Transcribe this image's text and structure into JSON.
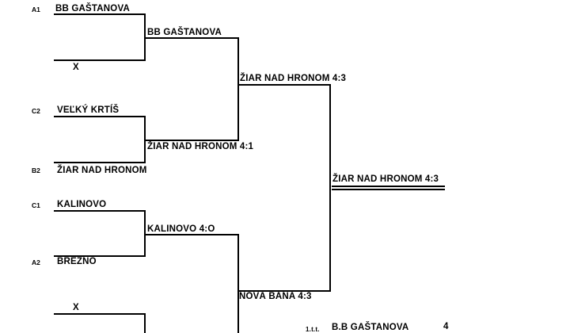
{
  "meta": {
    "background_color": "#ffffff",
    "line_color": "#000000",
    "diagram_type": "single-elimination tournament bracket"
  },
  "bracket": {
    "round1": [
      {
        "seed": "A1",
        "team": "BB GAŠTANOVA"
      },
      {
        "seed": "",
        "team": "X"
      },
      {
        "seed": "C2",
        "team": "VEĽKÝ KRTÍŠ"
      },
      {
        "seed": "B2",
        "team": "ŽIAR NAD HRONOM"
      },
      {
        "seed": "C1",
        "team": "KALINOVO"
      },
      {
        "seed": "A2",
        "team": "BREZNO"
      },
      {
        "seed": "",
        "team": "X"
      }
    ],
    "round2": [
      {
        "label": "BB GAŠTANOVA"
      },
      {
        "label": "ŽIAR NAD HRONOM 4:1"
      },
      {
        "label": "KALINOVO 4:O"
      }
    ],
    "semifinals": [
      {
        "label": "ŽIAR NAD HRONOM 4:3"
      },
      {
        "label": "NOVÁ BAŇA 4:3"
      }
    ],
    "final": {
      "label": "ŽIAR NAD HRONOM 4:3"
    }
  },
  "footer": {
    "prefix": "1.t.t.",
    "team": "B.B GAŠTANOVA",
    "score": "4"
  }
}
